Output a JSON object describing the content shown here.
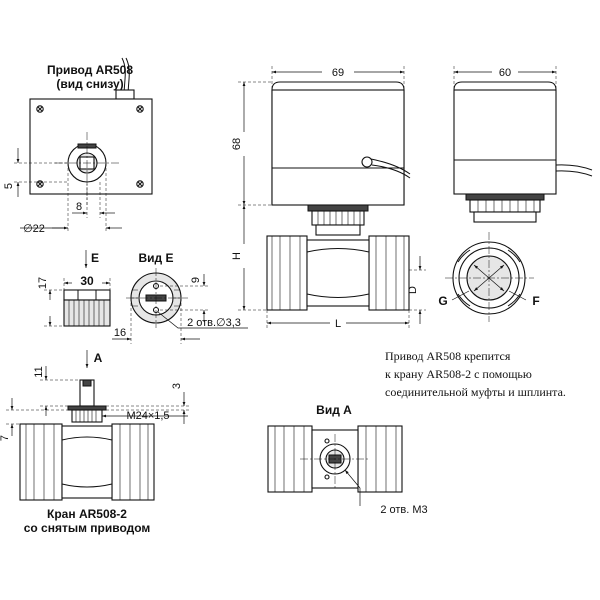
{
  "views": {
    "actuator_bottom": {
      "title": "Привод AR508",
      "subtitle": "(вид снизу)"
    },
    "view_e": {
      "title": "Вид E"
    },
    "view_a": {
      "title": "Вид А"
    },
    "valve": {
      "caption_line1": "Кран AR508-2",
      "caption_line2": "со снятым приводом"
    }
  },
  "dimensions": {
    "width_69": "69",
    "width_60": "60",
    "height_68": "68",
    "height_h": "H",
    "length_l": "L",
    "diameter_d": "D",
    "bottom_5": "5",
    "bottom_8": "8",
    "bottom_d22": "∅22",
    "e_30": "30",
    "e_17": "17",
    "e_9": "9",
    "e_16": "16",
    "e_holes": "2 отв.∅3,3",
    "valve_11": "11",
    "valve_3": "3",
    "valve_7": "7",
    "valve_thread": "M24×1,5",
    "a_holes": "2 отв. M3"
  },
  "arrow_labels": {
    "e": "E",
    "a": "A",
    "g": "G",
    "f": "F"
  },
  "note": {
    "line1": "Привод AR508 крепится",
    "line2": "к крану AR508-2 с помощью",
    "line3": "соединительной муфты и шплинта."
  }
}
